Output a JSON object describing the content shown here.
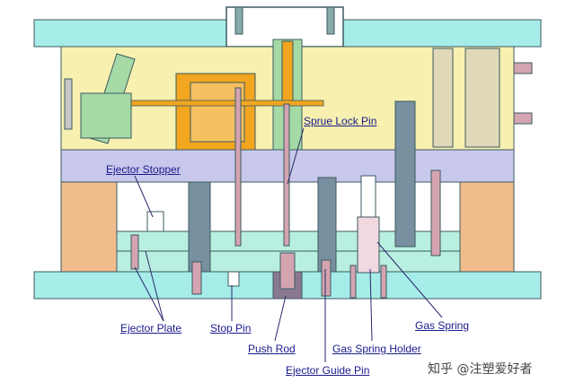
{
  "labels": {
    "sprue_lock_pin": "Sprue Lock Pin",
    "ejector_stopper": "Ejector Stopper",
    "ejector_plate": "Ejector Plate",
    "stop_pin": "Stop Pin",
    "push_rod": "Push Rod",
    "gas_spring": "Gas Spring",
    "gas_spring_holder": "Gas Spring Holder",
    "ejector_guide_pin": "Ejector Guide Pin"
  },
  "watermark": "知乎 @注塑爱好者",
  "colors": {
    "top_plate": "#a6ece8",
    "cavity_plate": "#f7f0b0",
    "ejector_band": "#c8c8ec",
    "spacer_block": "#f0bc8c",
    "ejector_plate": "#b9efe0",
    "bottom_plate": "#a6ece8",
    "hot_block": "#f2a51e",
    "pin_grey": "#7890a0",
    "pin_pink": "#d4a4b0",
    "green_insert": "#a5d9a5",
    "label_text": "#1a1a8c"
  }
}
